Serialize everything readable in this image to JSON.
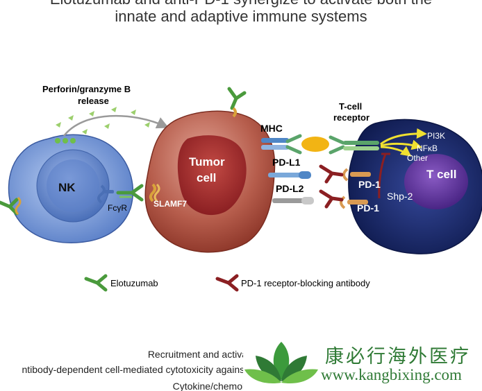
{
  "title": {
    "line1": "Elotuzumab and anti-PD-1 synergize to activate both the",
    "line2": "innate and adaptive immune systems"
  },
  "labels": {
    "perforin_line1": "Perforin/granzyme B",
    "perforin_line2": "release",
    "nk": "NK",
    "fcgr": "FcγR",
    "tumor_line1": "Tumor",
    "tumor_line2": "cell",
    "slamf7": "SLAMF7",
    "mhc": "MHC",
    "pdl1": "PD-L1",
    "pdl2": "PD-L2",
    "tcr_line1": "T-cell",
    "tcr_line2": "receptor",
    "pi3k": "PI3K",
    "nfkb": "NFκB",
    "other": "Other",
    "tcell": "T cell",
    "pd1_top": "PD-1",
    "pd1_bottom": "PD-1",
    "shp2": "Shp-2"
  },
  "legend": {
    "elotuzumab": "Elotuzumab",
    "pd1_antibody": "PD-1 receptor-blocking antibody"
  },
  "bottom_text": {
    "line1": "Recruitment and activa",
    "line2": "ntibody-dependent cell-mediated cytotoxicity against",
    "line3": "Cytokine/chemok"
  },
  "watermark": {
    "chinese": "康必行海外医疗",
    "url": "www.kangbixing.com"
  },
  "colors": {
    "elotuzumab_green": "#4a9a3c",
    "pd1_antibody_red": "#8b1f22",
    "nk_blue": "#6f93d6",
    "tumor_red": "#a5463a",
    "tcell_navy": "#1c2f73"
  }
}
